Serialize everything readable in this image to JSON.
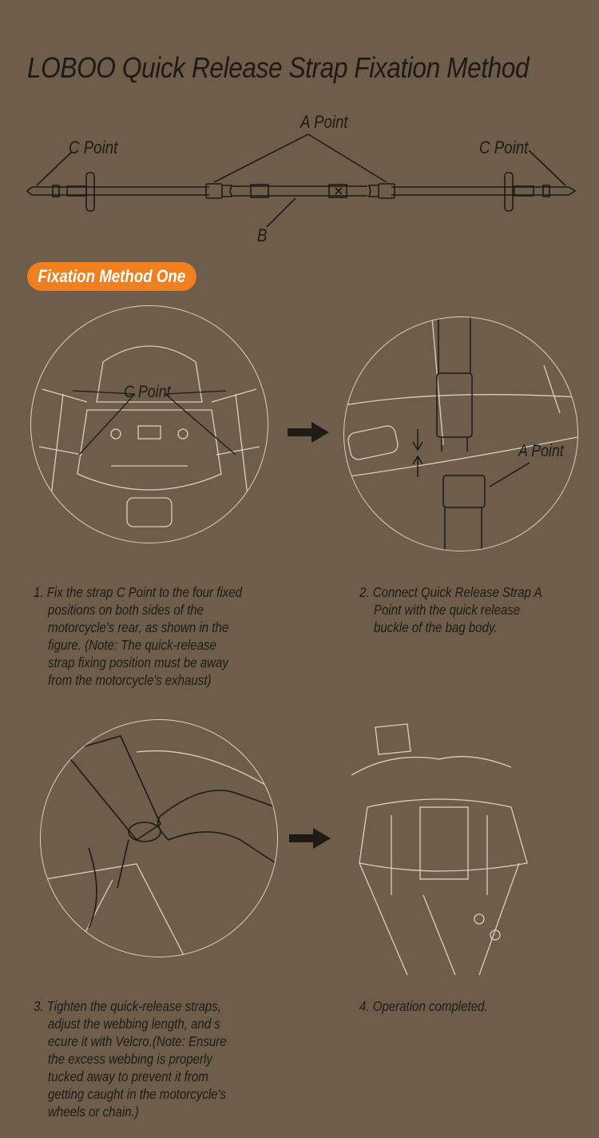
{
  "title": "LOBOO Quick Release Strap Fixation Method",
  "diagram": {
    "a_point": "A Point",
    "c_point_left": "C Point",
    "c_point_right": "C Point",
    "b_label": "B"
  },
  "method_badge": "Fixation Method One",
  "steps": [
    {
      "illustration_label": "C Point",
      "lines": [
        "1. Fix the strap C Point to the four fixed",
        "positions on both sides of the",
        "motorcycle's rear, as shown in the",
        "figure. (Note: The quick-release",
        "strap fixing position must be away",
        "from the motorcycle's exhaust)"
      ]
    },
    {
      "illustration_label": "A Point",
      "lines": [
        "2. Connect Quick Release Strap A",
        "Point with the quick release",
        "buckle of the bag body."
      ]
    },
    {
      "lines": [
        "3. Tighten the quick-release straps,",
        "adjust the webbing length, and s",
        "ecure it with Velcro.(Note: Ensure",
        "the excess webbing is properly",
        "tucked away to prevent it from",
        "getting caught in the motorcycle's",
        "wheels or chain.)"
      ]
    },
    {
      "lines": [
        "4. Operation completed."
      ]
    }
  ],
  "colors": {
    "background": "#6e5d4b",
    "accent": "#f07f1f",
    "ink": "#1f1a15",
    "line_art": "#d9d0c2"
  }
}
